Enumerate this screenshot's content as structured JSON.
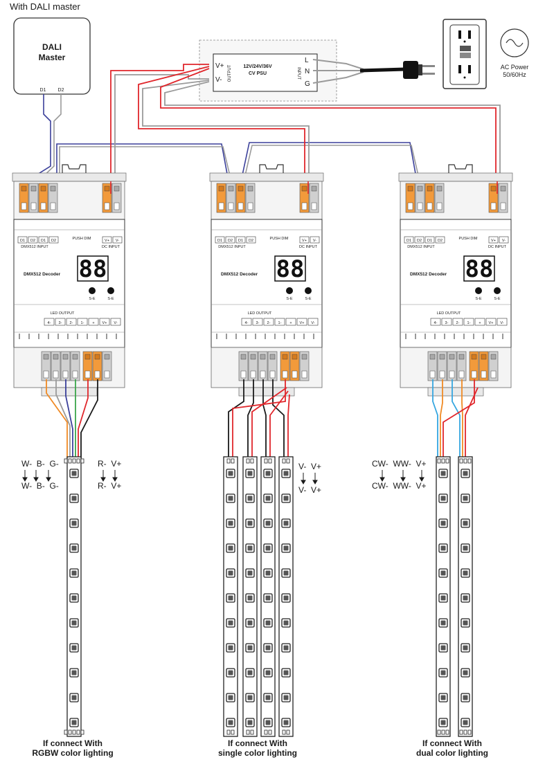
{
  "header": {
    "title": "With DALI master"
  },
  "dali_master": {
    "title_line1": "DALI",
    "title_line2": "Master",
    "term1": "D1",
    "term2": "D2"
  },
  "psu": {
    "label_line1": "12V/24V/36V",
    "label_line2": "CV PSU",
    "out_plus": "V+",
    "out_minus": "V-",
    "output_label": "OUTPUT",
    "input_label": "INPUT",
    "in_l": "L",
    "in_n": "N",
    "in_g": "G"
  },
  "ac_power": {
    "line1": "AC Power",
    "line2": "50/60Hz"
  },
  "decoder": {
    "name": "DMX512 Decoder",
    "display": "88",
    "top_terms": [
      "D1",
      "D2",
      "D1",
      "D2"
    ],
    "dmx_input": "DMX512 INPUT",
    "push_dim": "PUSH DIM",
    "dc_input": "DC INPUT",
    "vplus": "V+",
    "vminus": "V-",
    "led_output": "LED OUTPUT",
    "bottom_terms": [
      "4-",
      "3-",
      "2-",
      "1-",
      "+",
      "V+",
      "V-"
    ],
    "btn1": "S-E",
    "btn2": "S-E"
  },
  "strips": {
    "rgbw": {
      "left_top": "W-  B-  G-",
      "left_bottom": "W-  B-  G-",
      "right_top": "R-  V+",
      "right_bottom": "R-  V+",
      "caption1": "If connect With",
      "caption2": "RGBW color lighting"
    },
    "single": {
      "right_top": "V-  V+",
      "right_bottom": "V-  V+",
      "caption1": "If connect With",
      "caption2": "single color lighting"
    },
    "dual": {
      "left_top": "CW-  WW-  V+",
      "left_bottom": "CW-  WW-  V+",
      "caption1": "If connect With",
      "caption2": "dual color lighting"
    }
  },
  "colors": {
    "red": "#e0262b",
    "blue": "#3a3f9a",
    "gray_wire": "#9a9a9a",
    "black": "#1a1a1a",
    "orange": "#f08a24",
    "green": "#3aa64a",
    "light_blue": "#35a6e0"
  }
}
